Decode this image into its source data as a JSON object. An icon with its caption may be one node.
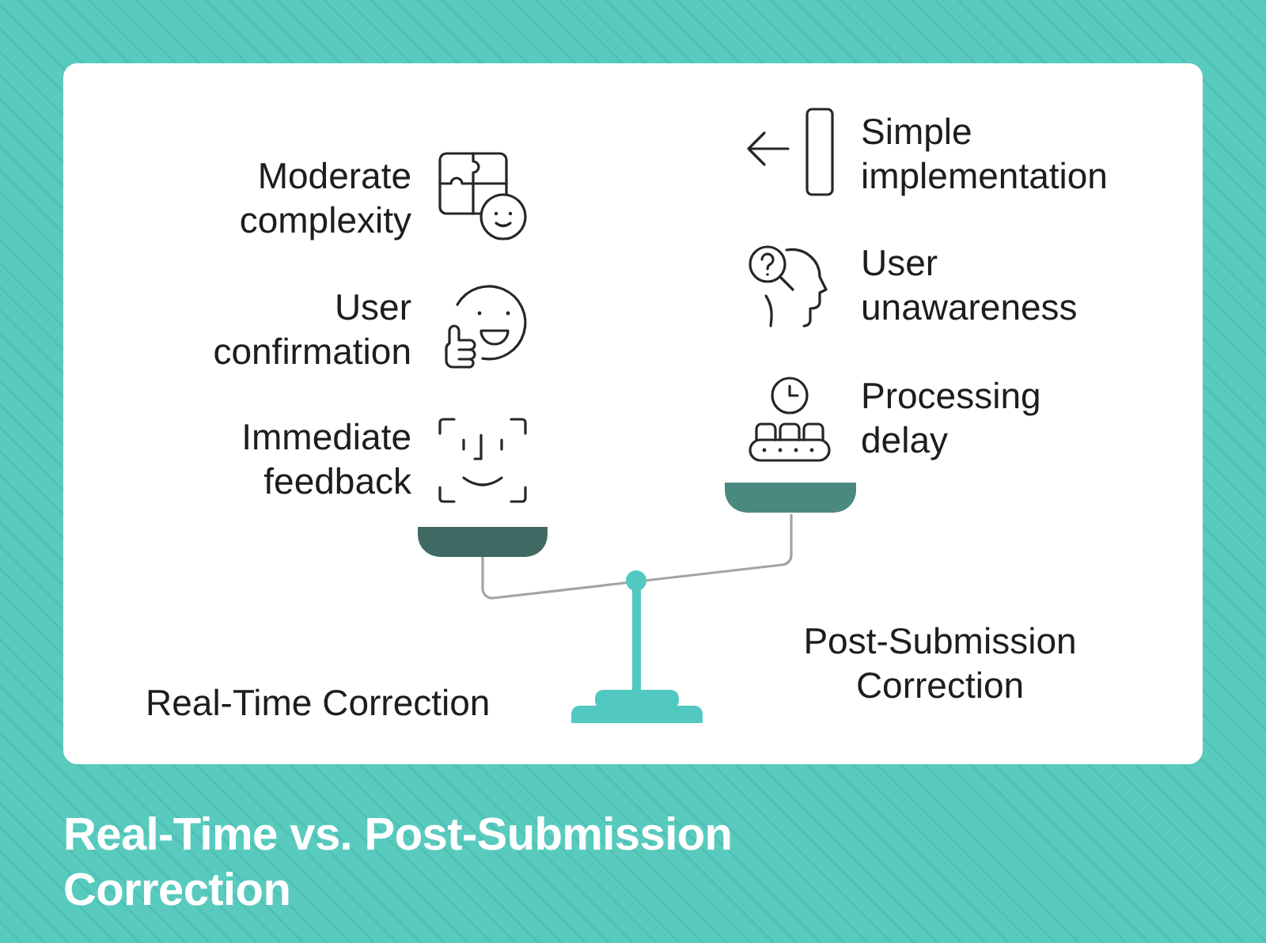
{
  "diagram": {
    "title": "Real-Time vs. Post-Submission Correction",
    "labels": [
      "Moderate complexity",
      "User confirmation",
      "Immediate feedback",
      "Simple implementation",
      "User unawareness",
      "Processing delay",
      "Real-Time Correction",
      "Post-Submission Correction"
    ]
  }
}
